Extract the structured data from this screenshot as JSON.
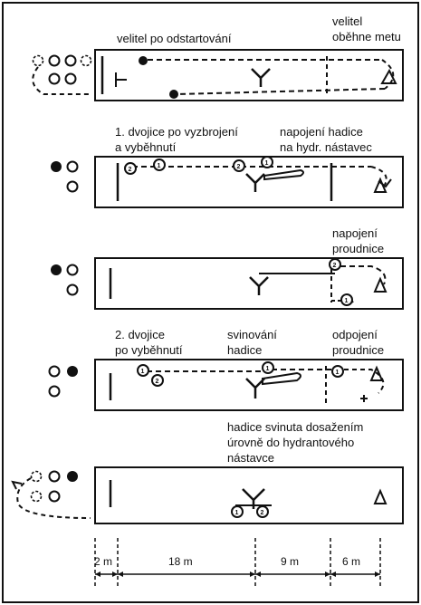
{
  "scenes": [
    {
      "labels": [
        {
          "id": "s1-left",
          "lines": [
            "velitel po odstartování"
          ]
        },
        {
          "id": "s1-right",
          "lines": [
            "velitel",
            "oběhne metu"
          ]
        }
      ]
    },
    {
      "labels": [
        {
          "id": "s2-left",
          "lines": [
            "1. dvojice po vyzbrojení",
            "a vyběhnutí"
          ]
        },
        {
          "id": "s2-right",
          "lines": [
            "napojení hadice",
            "na hydr. nástavec"
          ]
        }
      ],
      "markers": [
        "2",
        "1",
        "2",
        "1"
      ]
    },
    {
      "labels": [
        {
          "id": "s3-right",
          "lines": [
            "napojení",
            "proudnice"
          ]
        }
      ],
      "markers": [
        "2",
        "1"
      ]
    },
    {
      "labels": [
        {
          "id": "s4-left",
          "lines": [
            "2. dvojice",
            "po vyběhnutí"
          ]
        },
        {
          "id": "s4-mid",
          "lines": [
            "svinování",
            "hadice"
          ]
        },
        {
          "id": "s4-right",
          "lines": [
            "odpojení",
            "proudnice"
          ]
        }
      ],
      "markers": [
        "1",
        "2",
        "1"
      ]
    },
    {
      "labels": [
        {
          "id": "s5-top",
          "lines": [
            "hadice svinuta dosažením",
            "úrovně do hydrantového",
            "nástavce"
          ]
        }
      ],
      "markers": [
        "1",
        "2"
      ]
    }
  ],
  "measurements": [
    {
      "label": "2 m",
      "value_m": 2
    },
    {
      "label": "18 m",
      "value_m": 18
    },
    {
      "label": "9 m",
      "value_m": 9
    },
    {
      "label": "6 m",
      "value_m": 6
    }
  ],
  "colors": {
    "ink": "#111111",
    "paper": "#ffffff"
  }
}
